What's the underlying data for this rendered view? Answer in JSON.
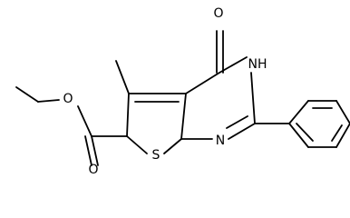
{
  "molecule": {
    "atom_labels": {
      "oxygen_carbonyl": "O",
      "nh": "NH",
      "nitrogen_ring": "N",
      "sulfur": "S",
      "ester_oxygen_double": "O",
      "ester_oxygen_single": "O"
    },
    "colors": {
      "bond": "#000000",
      "label": "#000000",
      "background": "#ffffff"
    }
  }
}
